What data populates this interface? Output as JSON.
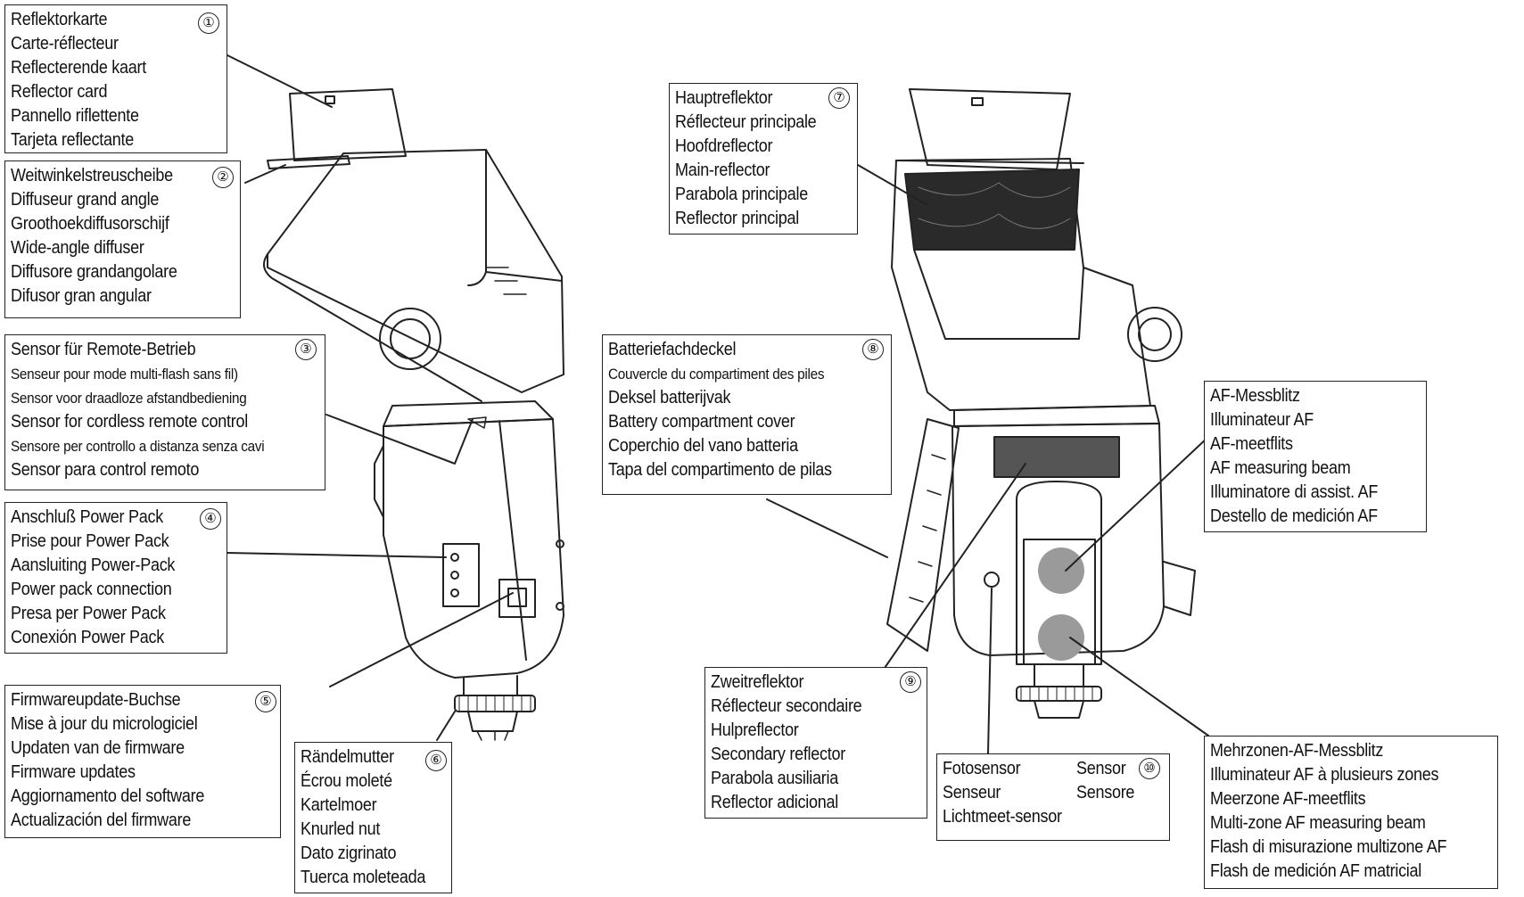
{
  "callouts": [
    {
      "number": "①",
      "lines": [
        "Reflektorkarte",
        "Carte-réflecteur",
        "Reflecterende kaart",
        "Reflector card",
        "Pannello riflettente",
        "Tarjeta reflectante"
      ]
    },
    {
      "number": "②",
      "lines": [
        "Weitwinkelstreuscheibe",
        "Diffuseur grand angle",
        "Groothoekdiffusorschijf",
        "Wide-angle diffuser",
        "Diffusore grandangolare",
        "Difusor gran angular"
      ]
    },
    {
      "number": "③",
      "lines": [
        "Sensor für Remote-Betrieb",
        "Senseur pour mode multi-flash sans fil)",
        "Sensor voor draadloze afstandbediening",
        "Sensor for cordless remote control",
        "Sensore per controllo a distanza senza cavi",
        "Sensor para control remoto"
      ]
    },
    {
      "number": "④",
      "lines": [
        "Anschluß Power Pack",
        "Prise pour Power Pack",
        "Aansluiting Power-Pack",
        "Power pack connection",
        "Presa per Power Pack",
        "Conexión Power Pack"
      ]
    },
    {
      "number": "⑤",
      "lines": [
        "Firmwareupdate-Buchse",
        "Mise à jour du micrologiciel",
        "Updaten van de firmware",
        "Firmware updates",
        "Aggiornamento del software",
        "Actualización del firmware"
      ]
    },
    {
      "number": "⑥",
      "lines": [
        "Rändelmutter",
        "Écrou moleté",
        "Kartelmoer",
        "Knurled nut",
        "Dato zigrinato",
        "Tuerca moleteada"
      ]
    },
    {
      "number": "⑦",
      "lines": [
        "Hauptreflektor",
        "Réflecteur principale",
        "Hoofdreflector",
        "Main-reflector",
        "Parabola principale",
        "Reflector principal"
      ]
    },
    {
      "number": "⑧",
      "lines": [
        "Batteriefachdeckel",
        "Couvercle du compartiment des piles",
        "Deksel batterijvak",
        "Battery compartment cover",
        "Coperchio del vano batteria",
        "Tapa del compartimento de pilas"
      ]
    },
    {
      "number": "⑨",
      "lines": [
        "Zweitreflektor",
        "Réflecteur secondaire",
        "Hulpreflector",
        "Secondary reflector",
        "Parabola ausiliaria",
        "Reflector adicional"
      ]
    },
    {
      "number": "⑩",
      "lines": [
        "Fotosensor",
        "Sensor",
        "Senseur",
        "Sensore",
        "Lichtmeet-sensor"
      ]
    },
    {
      "number": "",
      "lines": [
        "AF-Messblitz",
        "Illuminateur AF",
        "AF-meetflits",
        "AF measuring beam",
        "Illuminatore di assist. AF",
        "Destello de medición AF"
      ]
    },
    {
      "number": "",
      "lines": [
        "Mehrzonen-AF-Messblitz",
        "Illuminateur AF à plusieurs zones",
        "Meerzone AF-meetflits",
        "Multi-zone AF measuring beam",
        "Flash di misurazione multizone AF",
        "Flash de medición AF matricial"
      ]
    }
  ],
  "colors": {
    "ink": "#222222",
    "af_disc": "#9a9a9a",
    "reflector_dark": "#2a2a2a"
  }
}
